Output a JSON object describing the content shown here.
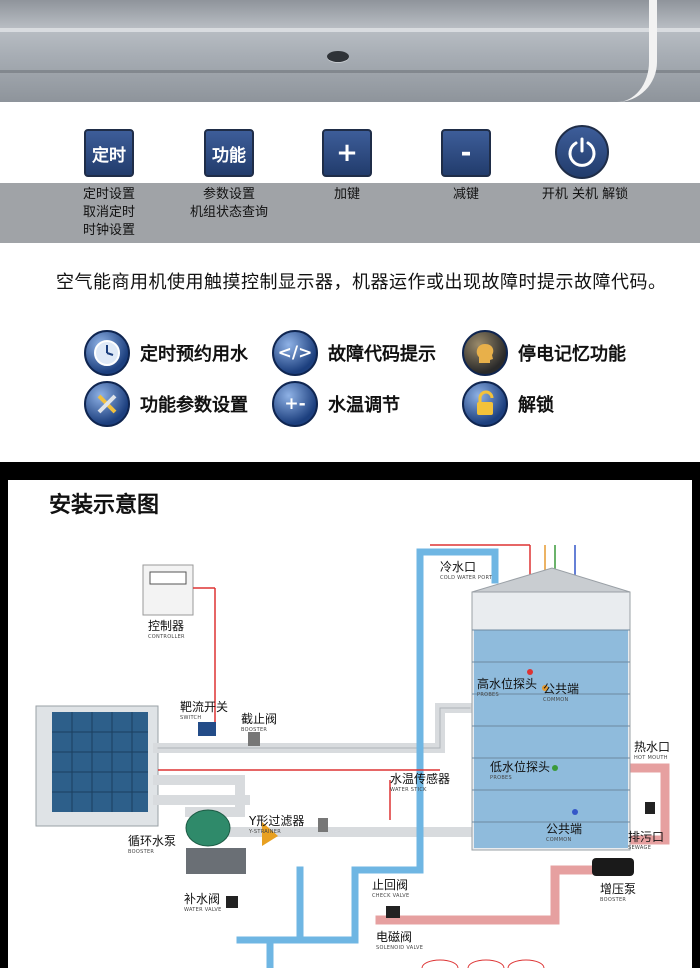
{
  "keys": [
    {
      "label": "定时",
      "desc": "定时设置\n取消定时\n时钟设置"
    },
    {
      "label": "功能",
      "desc": "参数设置\n机组状态查询"
    },
    {
      "label": "+",
      "desc": "加键"
    },
    {
      "label": "-",
      "desc": "减键"
    },
    {
      "label": "power-icon",
      "desc": "开机 关机 解锁"
    }
  ],
  "intro": "空气能商用机使用触摸控制显示器，机器运作或出现故障时提示故障代码。",
  "features": [
    {
      "label": "定时预约用水",
      "icon": "clock-icon"
    },
    {
      "label": "故障代码提示",
      "icon": "code-icon",
      "glyph": "</>"
    },
    {
      "label": "停电记忆功能",
      "icon": "head-icon"
    },
    {
      "label": "功能参数设置",
      "icon": "tools-icon"
    },
    {
      "label": "水温调节",
      "icon": "plus-minus-icon",
      "glyph": "+-"
    },
    {
      "label": "解锁",
      "icon": "padlock-icon"
    }
  ],
  "diagram": {
    "title": "安装示意图",
    "labels": {
      "controller": "控制器",
      "controller_en": "CONTROLLER",
      "switch": "靶流开关",
      "switch_en": "SWITCH",
      "stop_valve": "截止阀",
      "stop_valve_en": "BOOSTER",
      "cold_port": "冷水口",
      "cold_port_en": "COLD WATER PORT",
      "high_probe": "高水位探头",
      "high_probe_en": "PROBES",
      "common1": "公共端",
      "common1_en": "COMMON",
      "low_probe": "低水位探头",
      "low_probe_en": "PROBES",
      "temp_sensor": "水温传感器",
      "temp_sensor_en": "WATER STICK",
      "hot_port": "热水口",
      "hot_port_en": "HOT MOUTH",
      "common2": "公共端",
      "common2_en": "COMMON",
      "circ_pump": "循环水泵",
      "circ_pump_en": "BOOSTER",
      "y_filter": "Y形过滤器",
      "y_filter_en": "Y-STRAINER",
      "sewage": "排污口",
      "sewage_en": "SEWAGE",
      "check_valve": "止回阀",
      "check_valve_en": "CHECK VALVE",
      "makeup_valve": "补水阀",
      "makeup_valve_en": "WATER VALVE",
      "booster_pump": "增压泵",
      "booster_pump_en": "BOOSTER",
      "solenoid": "电磁阀",
      "solenoid_en": "SOLENOID VALVE"
    },
    "colors": {
      "cold_pipe": "#6fb6e3",
      "hot_pipe": "#e05a5a",
      "pipe": "#d8dbde",
      "tank": "#7fb3d8"
    }
  }
}
